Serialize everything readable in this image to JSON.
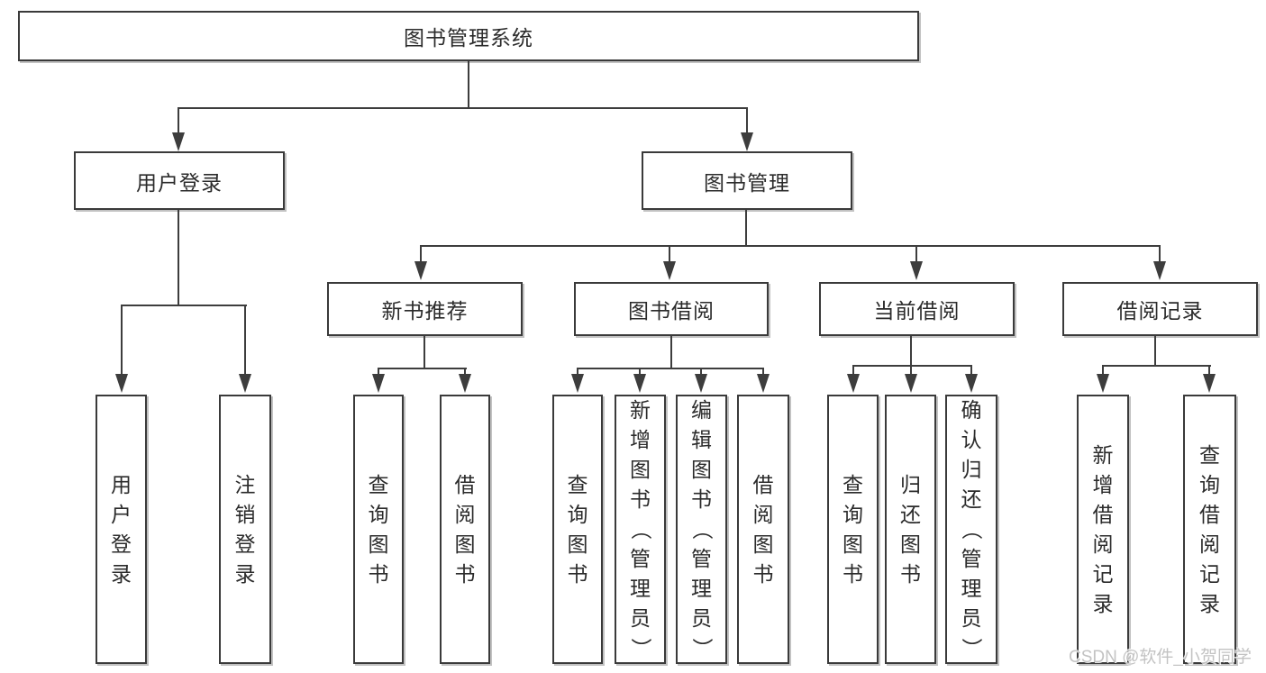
{
  "diagram": {
    "root": {
      "label": "图书管理系统"
    },
    "branches": [
      {
        "label": "用户登录",
        "children": [
          {
            "label": "用户登录"
          },
          {
            "label": "注销登录"
          }
        ]
      },
      {
        "label": "图书管理",
        "children": [
          {
            "label": "新书推荐",
            "children": [
              {
                "label": "查询图书"
              },
              {
                "label": "借阅图书"
              }
            ]
          },
          {
            "label": "图书借阅",
            "children": [
              {
                "label": "查询图书"
              },
              {
                "label": "新增图书（管理员）"
              },
              {
                "label": "编辑图书（管理员）"
              },
              {
                "label": "借阅图书"
              }
            ]
          },
          {
            "label": "当前借阅",
            "children": [
              {
                "label": "查询图书"
              },
              {
                "label": "归还图书"
              },
              {
                "label": "确认归还（管理员）"
              }
            ]
          },
          {
            "label": "借阅记录",
            "children": [
              {
                "label": "新增借阅记录"
              },
              {
                "label": "查询借阅记录"
              }
            ]
          }
        ]
      }
    ]
  },
  "watermark": {
    "text": "CSDN @软件_小贺同学"
  },
  "colors": {
    "line": "#3d3d3d",
    "box_border": "#3a3a3a",
    "text": "#2b2b2b",
    "watermark": "#c3c3c3",
    "background": "#ffffff"
  }
}
